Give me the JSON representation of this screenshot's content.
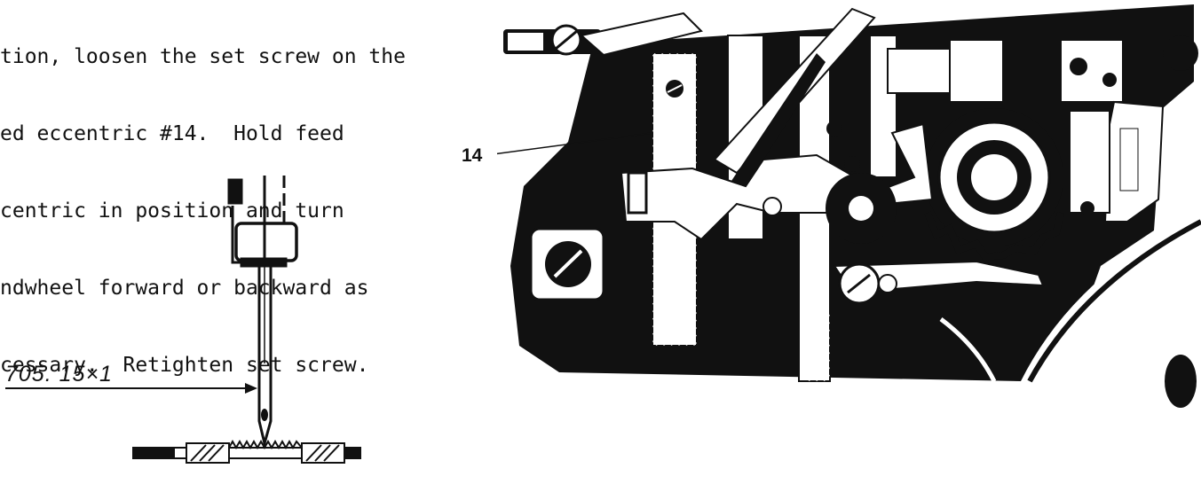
{
  "instructions": {
    "lines": [
      "tion, loosen the set screw on the",
      "ed eccentric #14.  Hold feed",
      "centric in position and turn",
      "ndwheel forward or backward as",
      "cessary.  Retighten set screw."
    ]
  },
  "figure_left": {
    "needle_label": "705. 15×1"
  },
  "figure_right": {
    "callout_label": "14"
  }
}
